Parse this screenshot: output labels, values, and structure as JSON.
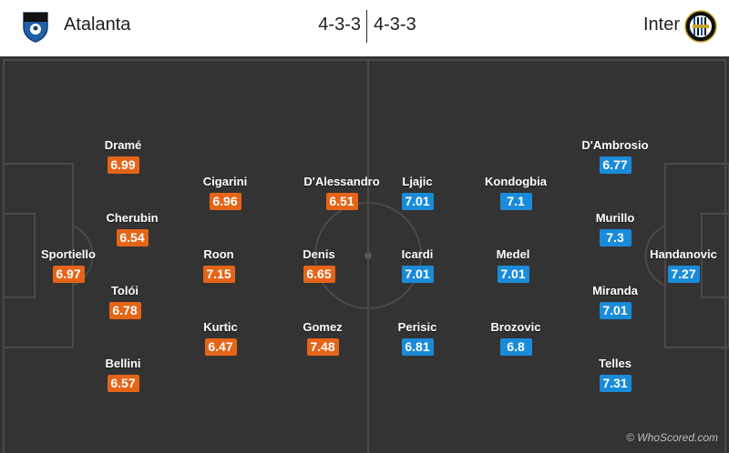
{
  "home": {
    "name": "Atalanta",
    "formation": "4-3-3",
    "crest_icon": "atalanta-crest-icon",
    "color": "#e56417",
    "players": [
      {
        "name": "Sportiello",
        "rating": "6.97"
      },
      {
        "name": "Dramé",
        "rating": "6.99"
      },
      {
        "name": "Cherubin",
        "rating": "6.54"
      },
      {
        "name": "Tolói",
        "rating": "6.78"
      },
      {
        "name": "Bellini",
        "rating": "6.57"
      },
      {
        "name": "Cigarini",
        "rating": "6.96"
      },
      {
        "name": "Roon",
        "rating": "7.15"
      },
      {
        "name": "Kurtic",
        "rating": "6.47"
      },
      {
        "name": "D'Alessandro",
        "rating": "6.51"
      },
      {
        "name": "Denis",
        "rating": "6.65"
      },
      {
        "name": "Gomez",
        "rating": "7.48"
      }
    ]
  },
  "away": {
    "name": "Inter",
    "formation": "4-3-3",
    "crest_icon": "inter-crest-icon",
    "color": "#1a8bd9",
    "players": [
      {
        "name": "Ljajic",
        "rating": "7.01"
      },
      {
        "name": "Icardi",
        "rating": "7.01"
      },
      {
        "name": "Perisic",
        "rating": "6.81"
      },
      {
        "name": "Kondogbia",
        "rating": "7.1"
      },
      {
        "name": "Medel",
        "rating": "7.01"
      },
      {
        "name": "Brozovic",
        "rating": "6.8"
      },
      {
        "name": "D'Ambrosio",
        "rating": "6.77"
      },
      {
        "name": "Murillo",
        "rating": "7.3"
      },
      {
        "name": "Miranda",
        "rating": "7.01"
      },
      {
        "name": "Telles",
        "rating": "7.31"
      },
      {
        "name": "Handanovic",
        "rating": "7.27"
      }
    ]
  },
  "credit": "© WhoScored.com"
}
